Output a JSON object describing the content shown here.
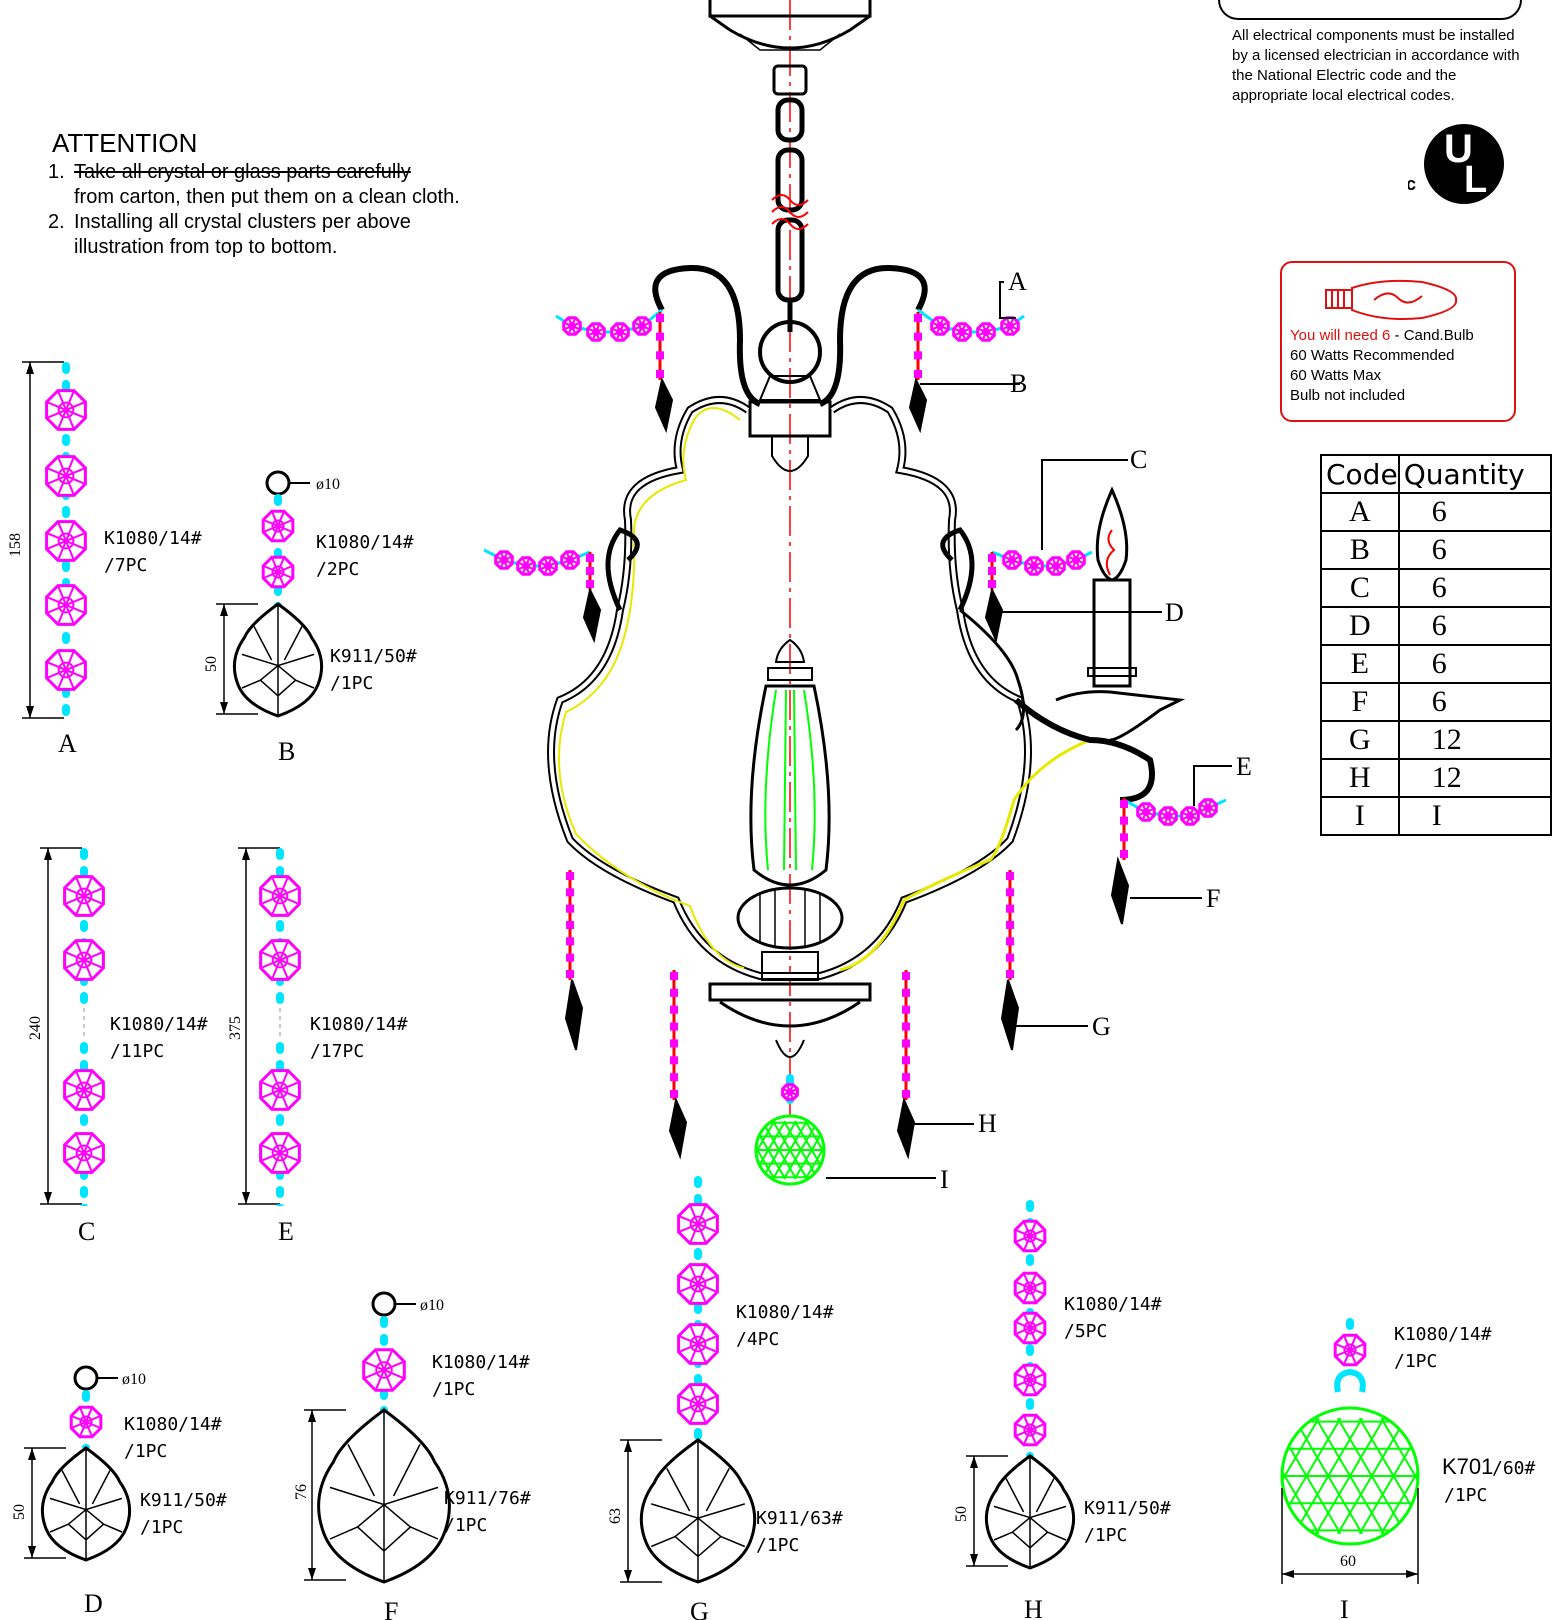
{
  "attention": {
    "title": "ATTENTION",
    "items": [
      {
        "num": "1.",
        "text_struck": "Take all crystal or glass parts carefully",
        "text": "from carton, then put them on a clean cloth."
      },
      {
        "num": "2.",
        "text": "Installing all crystal clusters per above illustration from top to bottom."
      }
    ]
  },
  "electrical_note": "All electrical components must be installed by a licensed electrician in accordance with the National Electric code and the appropriate local electrical codes.",
  "ul_mark": {
    "c": "c",
    "u": "U",
    "l": "L"
  },
  "bulb": {
    "need_prefix": "You will need 6",
    "need_suffix": " - Cand.Bulb",
    "line2": "60 Watts Recommended",
    "line3": "60 Watts Max",
    "line4": "Bulb not included"
  },
  "quantity_table": {
    "headers": [
      "Code",
      "Quantity"
    ],
    "rows": [
      [
        "A",
        "6"
      ],
      [
        "B",
        "6"
      ],
      [
        "C",
        "6"
      ],
      [
        "D",
        "6"
      ],
      [
        "E",
        "6"
      ],
      [
        "F",
        "6"
      ],
      [
        "G",
        "12"
      ],
      [
        "H",
        "12"
      ],
      [
        "I",
        "I"
      ]
    ]
  },
  "callouts": [
    "A",
    "B",
    "C",
    "D",
    "E",
    "F",
    "G",
    "H",
    "I"
  ],
  "parts": {
    "A": {
      "letter": "A",
      "dim": "158",
      "part1": "K1080/14#",
      "qty1": "/7PC"
    },
    "B": {
      "letter": "B",
      "hole": "ø10",
      "dim": "50",
      "part1": "K1080/14#",
      "qty1": "/2PC",
      "part2": "K911/50#",
      "qty2": "/1PC"
    },
    "C": {
      "letter": "C",
      "dim": "240",
      "part1": "K1080/14#",
      "qty1": "/11PC"
    },
    "E": {
      "letter": "E",
      "dim": "375",
      "part1": "K1080/14#",
      "qty1": "/17PC"
    },
    "D": {
      "letter": "D",
      "hole": "ø10",
      "dim": "50",
      "part1": "K1080/14#",
      "qty1": "/1PC",
      "part2": "K911/50#",
      "qty2": "/1PC"
    },
    "F": {
      "letter": "F",
      "hole": "ø10",
      "dim": "76",
      "part1": "K1080/14#",
      "qty1": "/1PC",
      "part2": "K911/76#",
      "qty2": "/1PC"
    },
    "G": {
      "letter": "G",
      "dim": "63",
      "part1": "K1080/14#",
      "qty1": "/4PC",
      "part2": "K911/63#",
      "qty2": "/1PC"
    },
    "H": {
      "letter": "H",
      "dim": "50",
      "part1": "K1080/14#",
      "qty1": "/5PC",
      "part2": "K911/50#",
      "qty2": "/1PC"
    },
    "I": {
      "letter": "I",
      "dim": "60",
      "part1": "K1080/14#",
      "qty1": "/1PC",
      "part2a": "K701",
      "part2b": "/60#",
      "qty2": "/1PC"
    }
  },
  "colors": {
    "crystal_octagon": "#ff00ff",
    "chain_link": "#00e5ff",
    "ball": "#00ff00",
    "warning_red": "#e01010",
    "wire_yellow": "#e8e800",
    "centerline": "#ff0000"
  }
}
